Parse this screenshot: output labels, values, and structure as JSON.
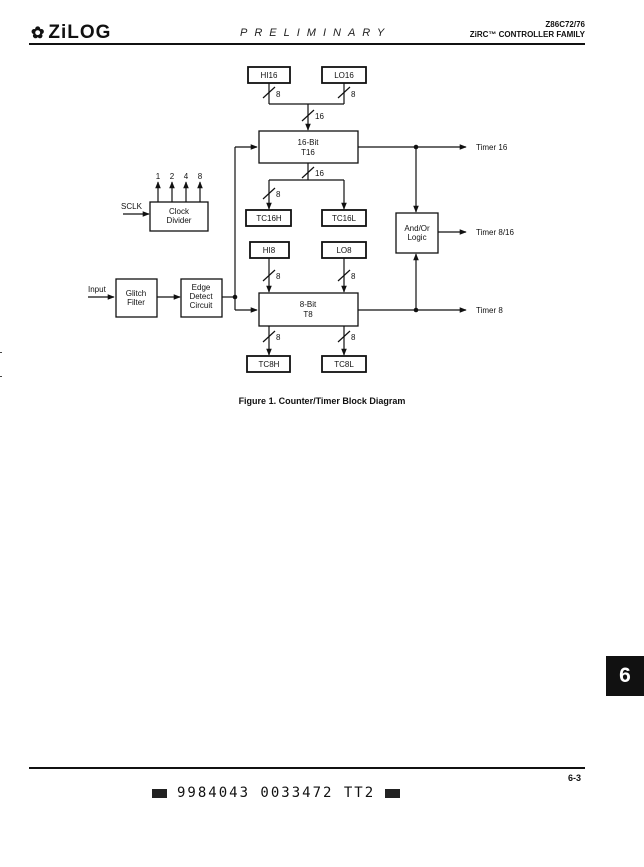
{
  "header": {
    "logo_mark": "✿",
    "logo": "ZiLOG",
    "center": "PRELIMINARY",
    "part_number": "Z86C72/76",
    "family": "ZiRC™ CONTROLLER FAMILY"
  },
  "diagram": {
    "hi16": "HI16",
    "lo16": "LO16",
    "t16_line1": "16-Bit",
    "t16_line2": "T16",
    "tc16h": "TC16H",
    "tc16l": "TC16L",
    "hi8": "HI8",
    "lo8": "LO8",
    "t8_line1": "8-Bit",
    "t8_line2": "T8",
    "tc8h": "TC8H",
    "tc8l": "TC8L",
    "sclk": "SCLK",
    "clock_line1": "Clock",
    "clock_line2": "Divider",
    "div_outputs": [
      "1",
      "2",
      "4",
      "8"
    ],
    "input": "Input",
    "glitch_line1": "Glitch",
    "glitch_line2": "Filter",
    "edge_line1": "Edge",
    "edge_line2": "Detect",
    "edge_line3": "Circuit",
    "andor_line1": "And/Or",
    "andor_line2": "Logic",
    "timer16": "Timer 16",
    "timer8_16": "Timer 8/16",
    "timer8": "Timer 8",
    "bus8": "8",
    "bus16": "16"
  },
  "figure_caption": "Figure 1.  Counter/Timer Block Diagram",
  "section_tab": "6",
  "page_number": "6-3",
  "footer_code": "9984043 0033472 TT2"
}
